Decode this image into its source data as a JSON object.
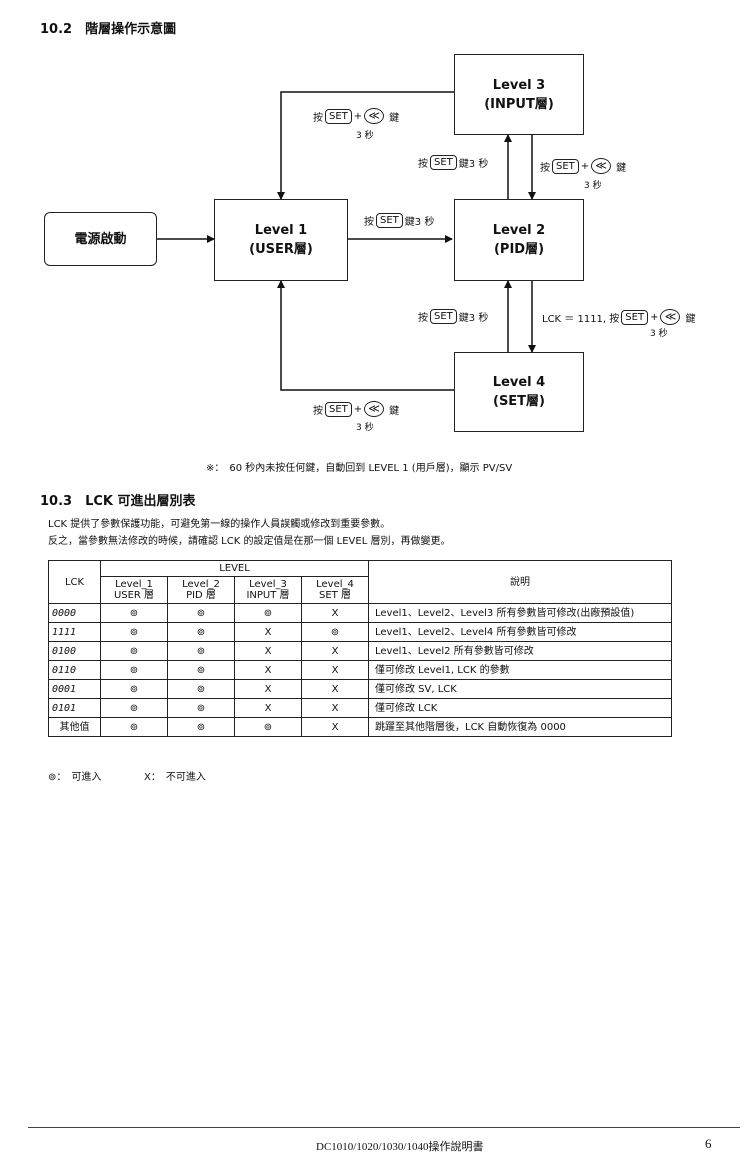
{
  "section_10_2": {
    "title": "10.2　階層操作示意圖",
    "boxes": {
      "power": "電源啟動",
      "level1_a": "Level 1",
      "level1_b": "(USER層)",
      "level2_a": "Level 2",
      "level2_b": "(PID層)",
      "level3_a": "Level 3",
      "level3_b": "(INPUT層)",
      "level4_a": "Level 4",
      "level4_b": "(SET層)"
    },
    "keys": {
      "press": "按",
      "set": "SET",
      "plus": "+",
      "shift": "≪",
      "key_word": "鍵",
      "key3s": "鍵3 秒",
      "three_sec": "3 秒",
      "lck_prefix": "LCK ＝ 1111, 按"
    },
    "note": "※：　60 秒內未按任何鍵，自動回到 LEVEL 1 (用戶層)，顯示 PV/SV"
  },
  "section_10_3": {
    "title": "10.3　LCK 可進出層別表",
    "intro1": "LCK 提供了參數保護功能，可避免第一線的操作人員誤觸或修改到重要參數。",
    "intro2": "反之，當參數無法修改的時候，請確認 LCK 的設定值是在那一個 LEVEL 層別，再做變更。",
    "table": {
      "col_lck": "LCK",
      "col_level": "LEVEL",
      "col_desc": "說明",
      "levels": [
        {
          "a": "Level_1",
          "b": "USER 層"
        },
        {
          "a": "Level_2",
          "b": "PID 層"
        },
        {
          "a": "Level_3",
          "b": "INPUT 層"
        },
        {
          "a": "Level_4",
          "b": "SET 層"
        }
      ],
      "rows": [
        {
          "code": "0000",
          "l1": "⊚",
          "l2": "⊚",
          "l3": "⊚",
          "l4": "X",
          "desc": "Level1、Level2、Level3 所有參數皆可修改(出廠預設值)"
        },
        {
          "code": "1111",
          "l1": "⊚",
          "l2": "⊚",
          "l3": "X",
          "l4": "⊚",
          "desc": "Level1、Level2、Level4 所有參數皆可修改"
        },
        {
          "code": "0100",
          "l1": "⊚",
          "l2": "⊚",
          "l3": "X",
          "l4": "X",
          "desc": "Level1、Level2 所有參數皆可修改"
        },
        {
          "code": "0110",
          "l1": "⊚",
          "l2": "⊚",
          "l3": "X",
          "l4": "X",
          "desc": "僅可修改 Level1, LCK 的參數"
        },
        {
          "code": "0001",
          "l1": "⊚",
          "l2": "⊚",
          "l3": "X",
          "l4": "X",
          "desc": "僅可修改 SV, LCK"
        },
        {
          "code": "0101",
          "l1": "⊚",
          "l2": "⊚",
          "l3": "X",
          "l4": "X",
          "desc": "僅可修改 LCK"
        },
        {
          "code": "其他值",
          "l1": "⊚",
          "l2": "⊚",
          "l3": "⊚",
          "l4": "X",
          "desc": "跳躍至其他階層後，LCK 自動恢復為 0000"
        }
      ]
    },
    "legend_ok": "⊚：　可進入",
    "legend_no": "X：　不可進入"
  },
  "footer": {
    "title": "DC1010/1020/1030/1040操作說明書",
    "page": "6"
  }
}
